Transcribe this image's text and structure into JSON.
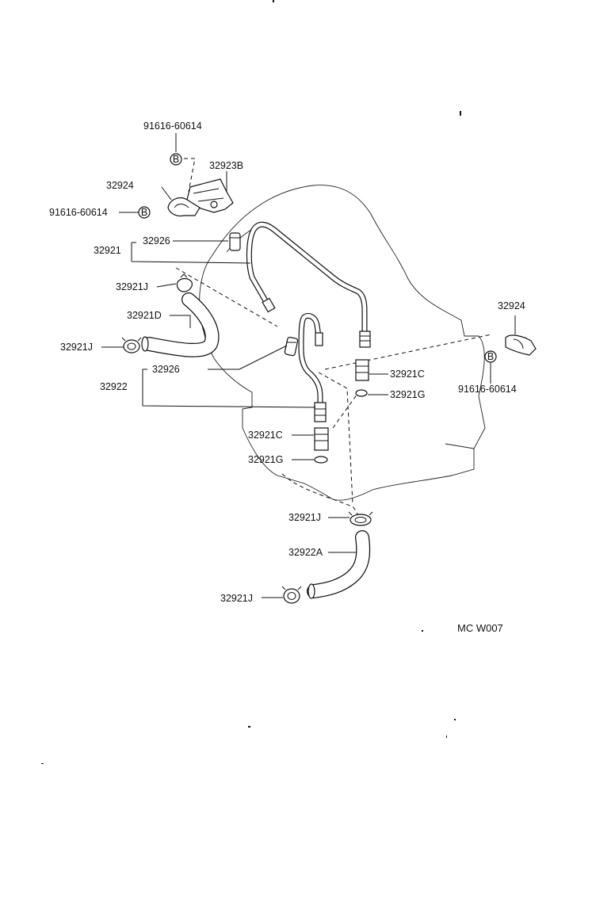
{
  "diagram": {
    "labels": {
      "bolt_top": "91616-60614",
      "bracket_b": "32923B",
      "clamp_left": "32924",
      "bolt_left": "91616-60614",
      "grommet_upper": "32926",
      "tube_upper": "32921",
      "clip_upper": "32921J",
      "hose_d": "32921D",
      "clip_left": "32921J",
      "grommet_lower": "32926",
      "tube_lower": "32922",
      "union_right": "32921C",
      "gasket_right": "32921G",
      "union_center": "32921C",
      "gasket_center": "32921G",
      "clamp_right": "32924",
      "bolt_right": "91616-60614",
      "clip_lower": "32921J",
      "hose_a": "32922A",
      "clip_bottom": "32921J"
    },
    "bolt_mark": "B",
    "drawing_code": "MC W007"
  }
}
